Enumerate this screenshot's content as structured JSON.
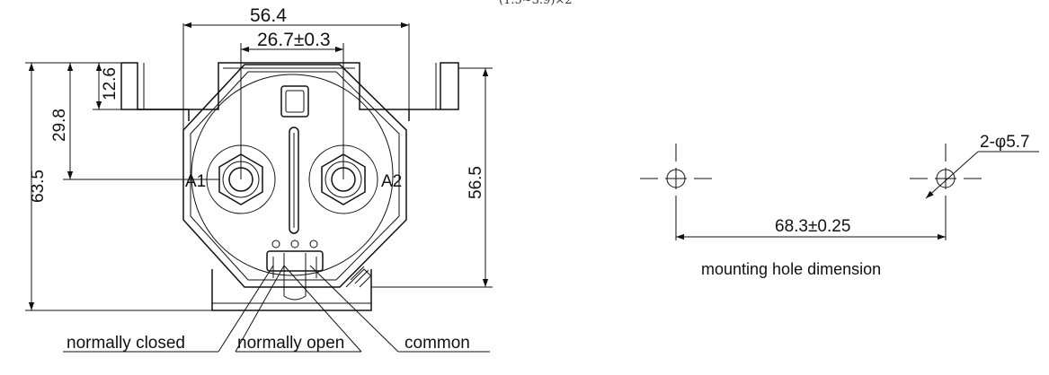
{
  "header_fragment": "(1.5~3.9)×2",
  "dimensions": {
    "overall_width": "56.4",
    "terminal_spacing": "26.7±0.3",
    "tab_height": "12.6",
    "terminal_height": "29.8",
    "overall_height": "63.5",
    "body_height": "56.5",
    "hole_spacing": "68.3±0.25",
    "hole_diameter": "2-φ5.7"
  },
  "terminals": {
    "left": "A1",
    "right": "A2"
  },
  "contact_labels": {
    "normally_closed": "normally closed",
    "normally_open": "normally open",
    "common": "common"
  },
  "caption": "mounting hole dimension"
}
